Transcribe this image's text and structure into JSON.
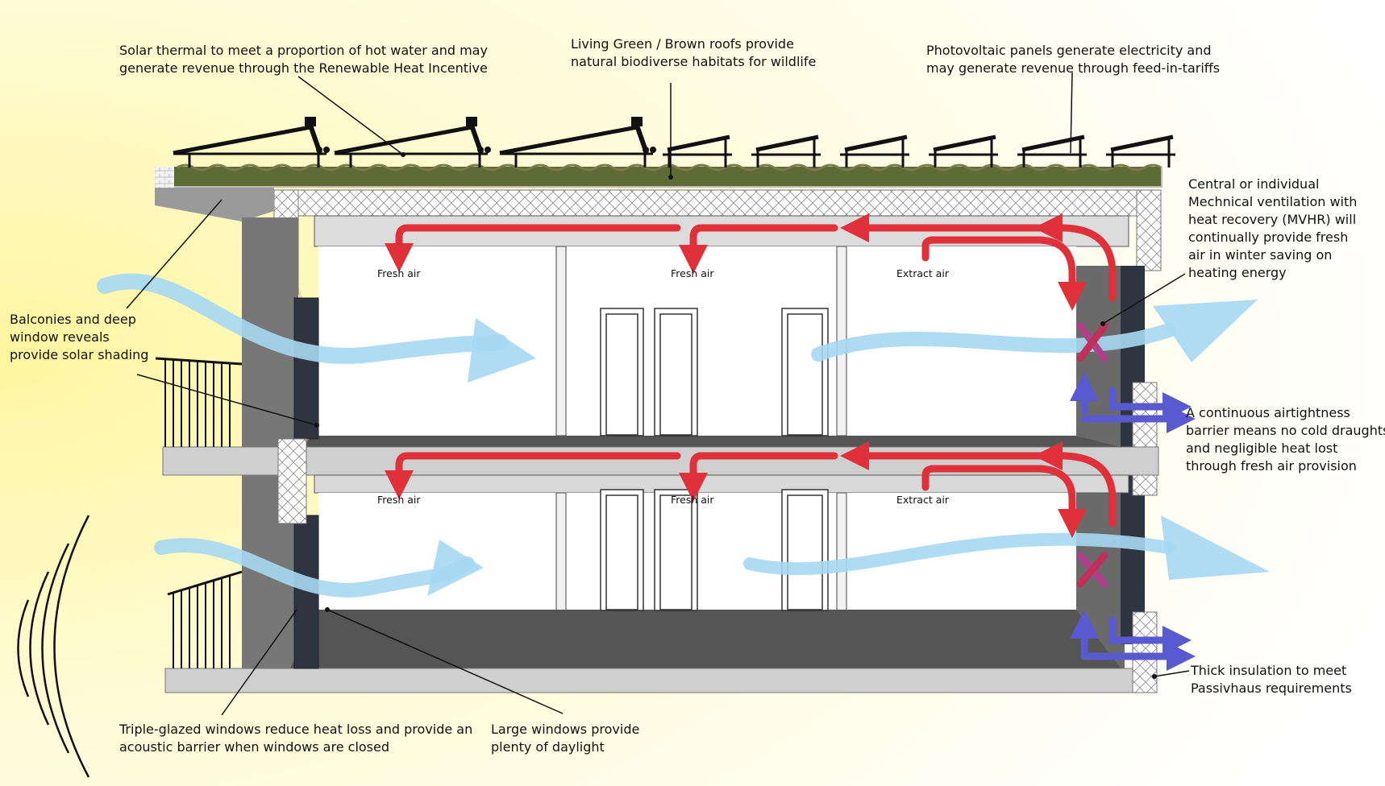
{
  "annotations": {
    "solar_thermal": {
      "lines": [
        "Solar thermal to meet a proportion of hot water and may",
        "generate revenue through the Renewable Heat Incentive"
      ]
    },
    "green_roofs": {
      "lines": [
        "Living Green / Brown roofs provide",
        "natural biodiverse habitats for wildlife"
      ]
    },
    "photovoltaic": {
      "lines": [
        "Photovoltaic panels generate electricity and",
        "may generate revenue through feed-in-tariffs"
      ]
    },
    "mvhr": {
      "lines": [
        "Central or individual",
        "Mechnical ventilation with",
        "heat recovery (MVHR) will",
        "continually provide fresh",
        "air in winter saving on",
        "heating energy"
      ]
    },
    "balconies": {
      "lines": [
        "Balconies and deep",
        "window reveals",
        "provide solar shading"
      ]
    },
    "airtightness": {
      "lines": [
        "A continuous airtightness",
        "barrier means no cold draughts",
        "and negligible heat lost",
        "through fresh air provision"
      ]
    },
    "insulation": {
      "lines": [
        "Thick insulation to meet",
        "Passivhaus requirements"
      ]
    },
    "triple_glazed": {
      "lines": [
        "Triple-glazed windows reduce heat loss and provide an",
        "acoustic barrier when windows are closed"
      ]
    },
    "large_windows": {
      "lines": [
        "Large windows provide",
        "plenty of daylight"
      ]
    }
  },
  "room_labels": {
    "upper": [
      "Fresh air",
      "Fresh air",
      "Extract air"
    ],
    "lower": [
      "Fresh air",
      "Fresh air",
      "Extract air"
    ]
  },
  "colors": {
    "background_glow": "#fff7a8",
    "green_roof": "#5d6b34",
    "wall_gray": "#6e6e6e",
    "floor_gray": "#d9d9d9",
    "warm_air_red": "#e0303a",
    "cool_air_blue": "#5a5ad0",
    "breeze_blue": "#a6d8f2",
    "shading_yellow": "#d8d47a"
  }
}
